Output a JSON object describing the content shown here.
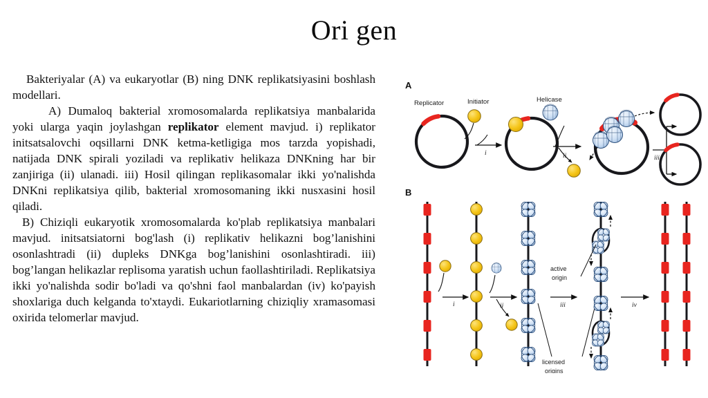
{
  "slide": {
    "title": "Ori gen"
  },
  "body_text": {
    "paragraph_intro": "Bakteriyalar (A) va eukaryotlar (B) ning DNK replikatsiyasini boshlash modellari.",
    "paragraph_a_part1": "A) Dumaloq bakterial xromosomalarda replikatsiya manbalarida yoki ularga yaqin joylashgan ",
    "paragraph_a_bold": "replikator",
    "paragraph_a_part2": " element mavjud. i) replikator initsatsalovchi oqsillarni DNK ketma-ketligiga mos tarzda yopishadi, natijada DNK spirali yoziladi va replikativ helikaza DNKning har bir zanjiriga (ii) ulanadi. iii) Hosil qilingan replikasomalar ikki yo'nalishda DNKni replikatsiya qilib, bakterial xromosomaning ikki nusxasini hosil qiladi.",
    "paragraph_b": "B) Chiziqli eukaryotik xromosomalarda ko'plab replikatsiya manbalari mavjud. initsatsiatorni bog'lash (i) replikativ helikazni bog’lanishini osonlashtradi (ii) dupleks DNKga bog’lanishini osonlashtiradi. iii) bog’langan helikazlar replisoma yaratish uchun faollashtiriladi. Replikatsiya ikki yo'nalishda sodir bo'ladi va qo'shni faol manbalardan (iv) ko'payish shoxlariga duch kelganda to'xtaydi. Eukariotlarning chiziqliy xramasomasi oxirida telomerlar mavjud."
  },
  "figure": {
    "panel_a": {
      "letter": "A",
      "labels": {
        "replicator": "Replicator",
        "initiator": "Initiator",
        "helicase": "Helicase"
      },
      "steps": [
        "i",
        "ii",
        "iii"
      ]
    },
    "panel_b": {
      "letter": "B",
      "labels": {
        "active_origin_line1": "active",
        "active_origin_line2": "origin",
        "licensed_origins_line1": "licensed",
        "licensed_origins_line2": "origins"
      },
      "steps": [
        "i",
        "ii",
        "iii",
        "iv"
      ],
      "origin_count": 6
    },
    "colors": {
      "replicator_red": "#E8251F",
      "initiator_yellow": "#F5C518",
      "initiator_outline": "#8a6d12",
      "dna_black": "#18181c",
      "helicase_blue": "#C3D6EE",
      "helicase_outline": "#2c4f7c"
    }
  }
}
